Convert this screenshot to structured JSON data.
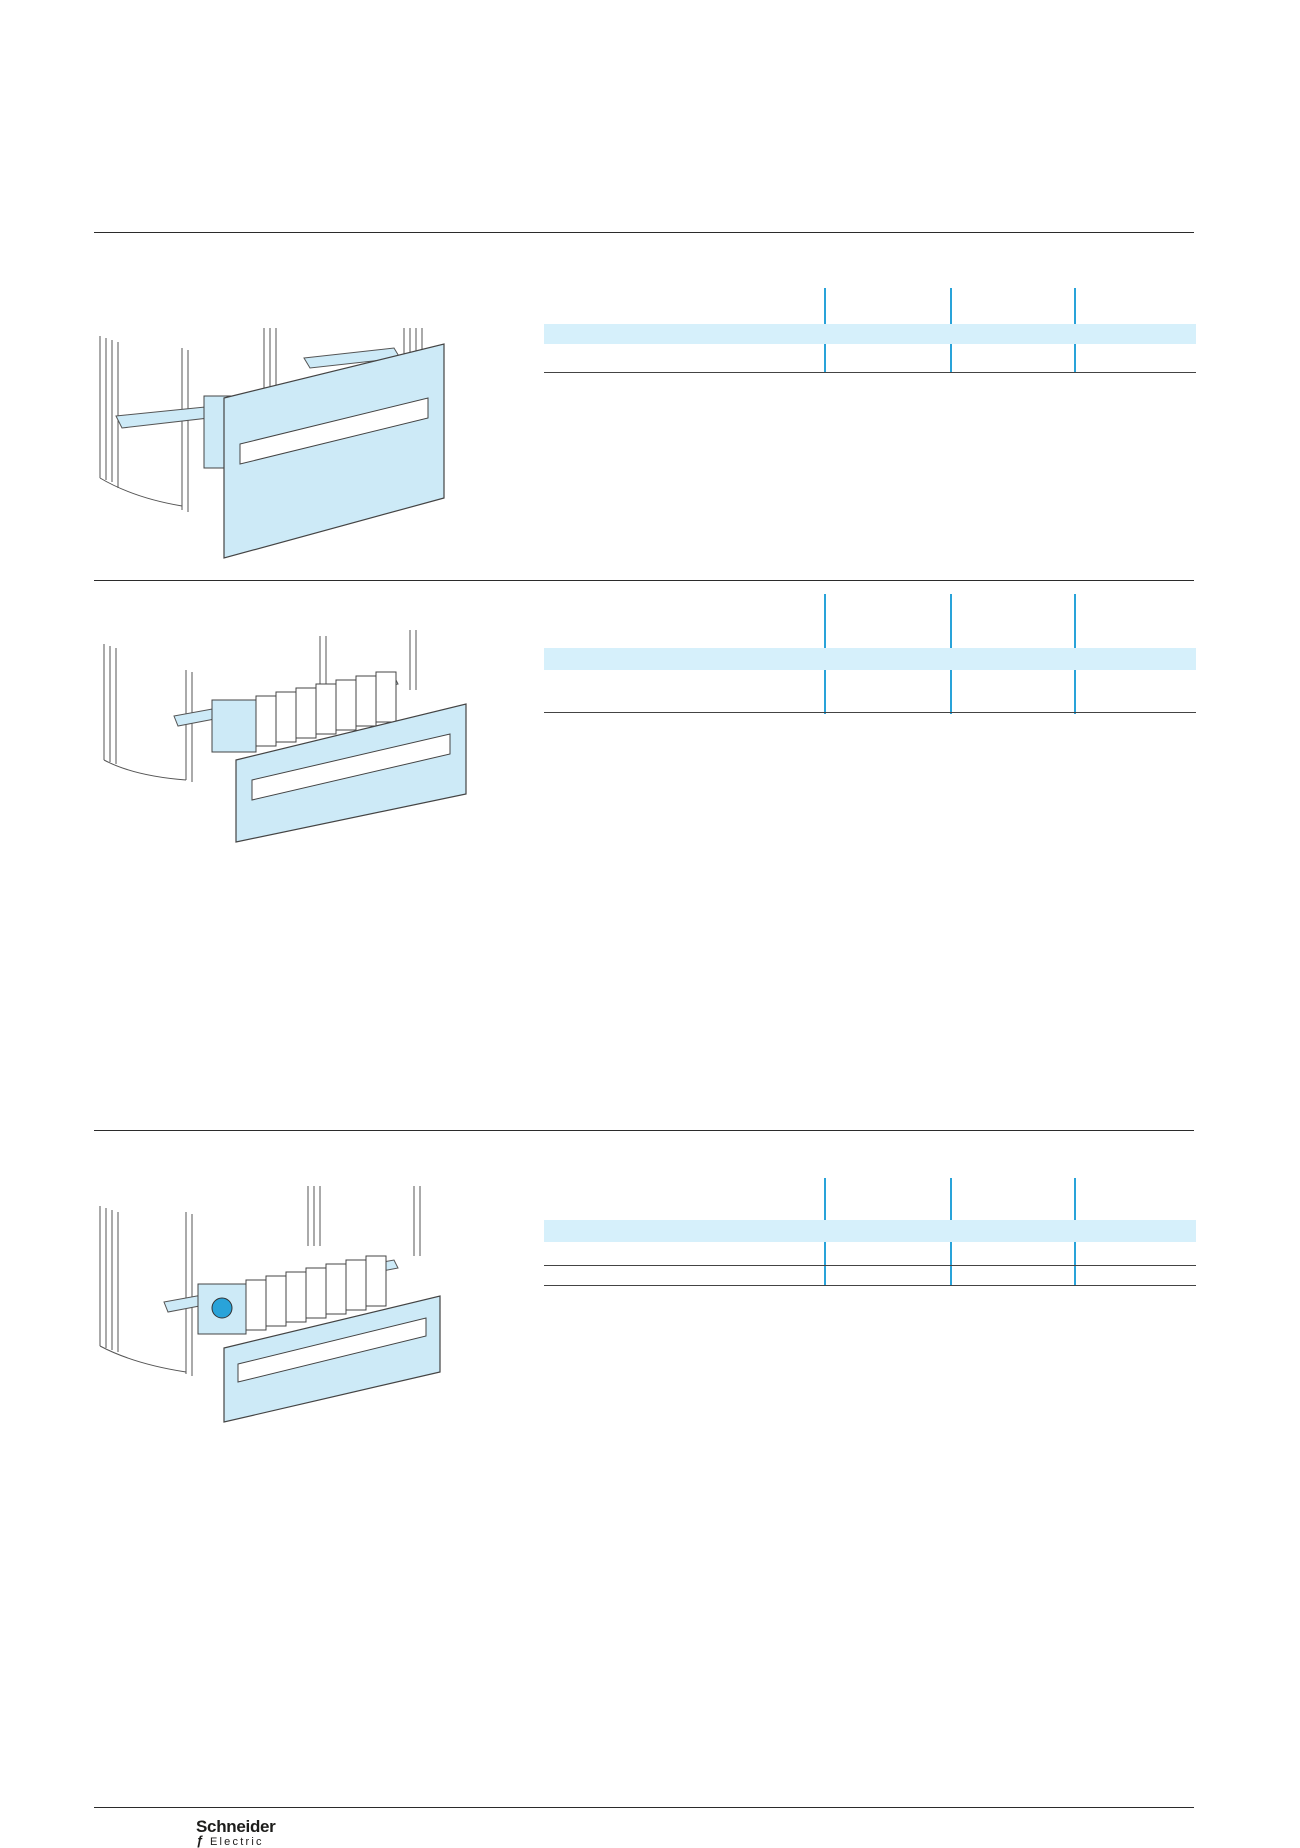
{
  "colors": {
    "accent": "#29a3d9",
    "band": "#d6f0fb",
    "panel": "#cdeaf7",
    "rule": "#2b2b2b"
  },
  "sections": [
    {
      "illustration": "enclosure-with-modular-devices-and-front-plate"
    },
    {
      "illustration": "enclosure-with-switch-disconnector-and-front-plate"
    },
    {
      "illustration": "enclosure-with-rotary-switch-and-front-plate"
    }
  ],
  "footer": {
    "brand_name": "Schneider",
    "brand_sub": "Electric",
    "logo_icon": "schneider-electric-logo-icon"
  }
}
